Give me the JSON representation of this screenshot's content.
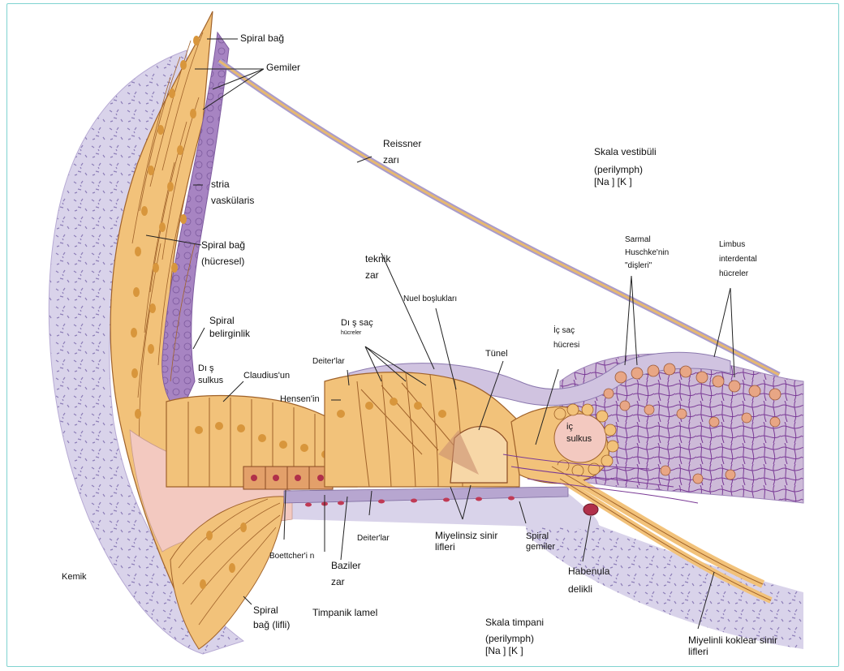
{
  "labels": {
    "spiral_bag": "Spiral bağ",
    "gemiler": "Gemiler",
    "stria_1": "stria",
    "stria_2": "vaskülaris",
    "spiral_bag_hucresel_1": "Spiral bağ",
    "spiral_bag_hucresel_2": "(hücresel)",
    "spiral_belirginlik_1": "Spiral",
    "spiral_belirginlik_2": "belirginlik",
    "dis_sulkus_1": "Dı  ş",
    "dis_sulkus_2": "sulkus",
    "claudius": "Claudius'un",
    "hensen": "Hensen'in",
    "deiter_top": "Deiter'lar",
    "dis_sac_1": "Dı   ş saç",
    "dis_sac_2": "hücreler",
    "teknik_1": "teknik",
    "teknik_2": "zar",
    "nuel": "Nuel boşlukları",
    "tunel": "Tünel",
    "ic_sac_1": "İç saç",
    "ic_sac_2": "hücresi",
    "ic_sulkus_1": "iç",
    "ic_sulkus_2": "sulkus",
    "reissner_1": "Reissner",
    "reissner_2": "zarı",
    "skala_vestibuli_1": "Skala vestibüli",
    "skala_vestibuli_2": "(perilymph)",
    "skala_vestibuli_3": "[Na ] [K ]",
    "sarmal_1": "Sarmal",
    "sarmal_2": "Huschke'nin",
    "sarmal_3": "\"dişleri\"",
    "limbus_1": "Limbus",
    "limbus_2": "interdental",
    "limbus_3": "hücreler",
    "kemik": "Kemik",
    "boettcher": "Boettcher'i    n",
    "baziler_1": "Baziler",
    "baziler_2": "zar",
    "deiter_bottom": "Deiter'lar",
    "miyelinsiz_1": "Miyelinsiz sinir",
    "miyelinsiz_2": "lifleri",
    "spiral_gemiler_1": "Spiral",
    "spiral_gemiler_2": "gemiler",
    "habenula_1": "Habenula",
    "habenula_2": "delikli",
    "spiral_lifli_1": "Spiral",
    "spiral_lifli_2": "bağ (lifli)",
    "timpanik": "Timpanik lamel",
    "skala_timpani_1": "Skala timpani",
    "skala_timpani_2": "(perilymph)",
    "skala_timpani_3": "[Na ] [K ]",
    "miyelinli_1": "Miyelinli koklear sinir",
    "miyelinli_2": "lifleri"
  },
  "colors": {
    "bone": "#d9d3ea",
    "bone_speck": "#8e7fb8",
    "stria": "#9a79b8",
    "cell_fill": "#f2c27a",
    "cell_stroke": "#a0622a",
    "nucleus": "#d8963c",
    "pink": "#f3c9c0",
    "limbus_bg": "#c9b4d6",
    "nerve": "#7a3a96",
    "membrane": "#a99bcb",
    "line": "#222222"
  }
}
